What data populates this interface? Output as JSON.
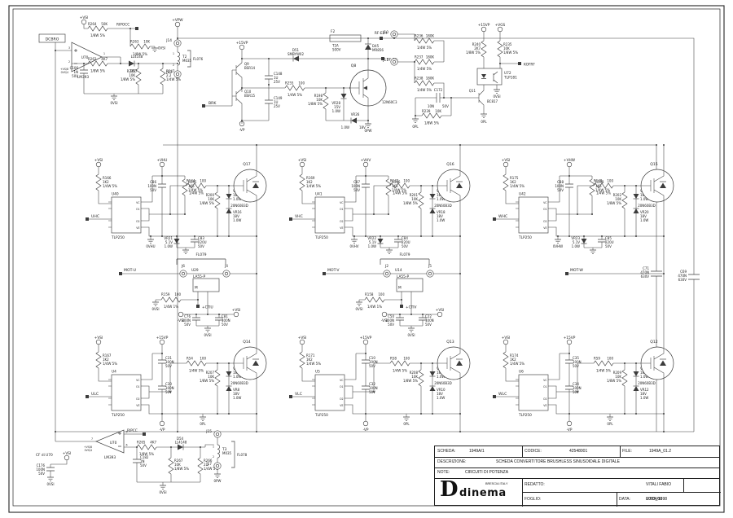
{
  "ink": "#3c3c3c",
  "background": "#ffffff",
  "nets": {
    "dcbro": "DCBRO",
    "ripocc": "RIPOCC",
    "ripcc": "RIPCC",
    "brk": "BRK",
    "vpw": "+VPW",
    "vsi": "+VSI",
    "ovsi": "0VSI",
    "v15": "+15VP",
    "vn": "-VP",
    "vgs": "+VGS",
    "kofrf": "KOFRF",
    "rfexp": "RF-EX+",
    "rfexm": "RF-EX-",
    "opw": "0PW",
    "opl": "0PL",
    "motu": "MOT-U",
    "motv": "MOT-V",
    "motw": "MOT-W"
  },
  "opto_pins": [
    "VC",
    "O1",
    "O2",
    "VE"
  ],
  "top_left": {
    "opamp_ref": "U70",
    "opamp_part": "LM393",
    "pin_plus": "3",
    "pin_minus": "2",
    "pin_out": "1",
    "note1": "+VS/8",
    "note2": "0VS/4",
    "r264": {
      "ref": "R264",
      "value": "50K",
      "spec": "1/8W 5%"
    },
    "r263": {
      "ref": "R263",
      "value": "10K",
      "spec": "1/8W 5%"
    },
    "r262": {
      "ref": "R262",
      "value": "4K7",
      "spec": "1/8W 5%"
    },
    "d53_ref": "D53",
    "d53_part": "LL4148",
    "c106": {
      "ref": "C106",
      "value": "1N",
      "spec": "50V"
    },
    "r246": {
      "ref": "R246",
      "value": "10K",
      "spec": "1/8W 5%"
    },
    "r247": {
      "ref": "R247",
      "value": "2.2",
      "spec": "1/4W 5%"
    },
    "j14": "J14",
    "j13": "J13",
    "t_ref": "T2",
    "t_part": "M035",
    "t_pin1": "1",
    "t_pin2": "2",
    "fl": "FL076"
  },
  "brake": {
    "q9_ref": "Q9",
    "q9_part": "BSR14",
    "q10_ref": "Q10",
    "q10_part": "BSR15",
    "c148": {
      "ref": "C148",
      "value": "1U",
      "spec": "25V"
    },
    "c149": {
      "ref": "C149",
      "value": "1U",
      "spec": "25V"
    },
    "d51_ref": "D51",
    "d51_part": "SMBYW02",
    "r255": {
      "ref": "R255",
      "value": "100",
      "spec": "1/4W 5%"
    },
    "r198": {
      "ref": "R198",
      "value": "10K",
      "spec": "1/8W 5%"
    },
    "vr28": {
      "ref": "VR28",
      "value": "15V",
      "spec": "1.0W"
    },
    "vr26": {
      "ref": "VR26",
      "value": "18V",
      "spec": "1.0W"
    },
    "q8_ref": "Q8",
    "q8_part": "12N60C3",
    "f2_ref": "F2",
    "f2_value": "T2A",
    "f2_spec": "500V",
    "d45_ref": "D45",
    "d45_part": "MR856"
  },
  "sense": {
    "j10": "J10",
    "j11": "J11",
    "r236": {
      "ref": "R236",
      "value": "180K",
      "spec": "1/4W 5%"
    },
    "r237": {
      "ref": "R237",
      "value": "180K",
      "spec": "1/4W 5%"
    },
    "r238": {
      "ref": "R238",
      "value": "180K",
      "spec": "1/4W 5%"
    },
    "c172": {
      "ref": "C172",
      "value": "10N",
      "spec": "50V"
    },
    "r239": {
      "ref": "R239",
      "value": "10K",
      "spec": "1/8W 5%"
    },
    "q11_ref": "Q11",
    "q11_part": "BC817",
    "u72_ref": "U72",
    "u72_part": "TLP181",
    "r240": {
      "ref": "R240",
      "value": "2K7",
      "spec": "1/8W 5%"
    },
    "r235": {
      "ref": "R235",
      "value": "10K",
      "spec": "1/8W 5%"
    }
  },
  "high_side": [
    {
      "q_ref": "Q17",
      "q_part": "20N60B3D",
      "opto_ref": "U40",
      "opto_part": "TLP250",
      "input": "UHC",
      "vsi": "+VSI",
      "rail": "+VHU",
      "gnd": "0VHU",
      "rin": {
        "ref": "R166",
        "value": "1K2",
        "spec": "1/4W 5%"
      },
      "cap": {
        "ref": "C86",
        "value": "100N",
        "spec": "50V"
      },
      "rload": {
        "ref": "R145",
        "value": "1K5",
        "spec": "1/4W 5%"
      },
      "rgate": {
        "ref": "R144",
        "value": "100",
        "spec": "1/4W 5%"
      },
      "rpull": {
        "ref": "R200",
        "value": "10K",
        "spec": "1/8W 5%"
      },
      "zg1": {
        "ref": "VR15",
        "value": "18V",
        "spec": "1.0W"
      },
      "zg2": {
        "ref": "VR16",
        "value": "18V",
        "spec": "1.0W"
      },
      "zb": {
        "ref": "VR21",
        "value": "5.1V",
        "spec": "1.0W"
      },
      "elcap": {
        "ref": "C83",
        "value": "220U",
        "spec": "50V"
      }
    },
    {
      "q_ref": "Q16",
      "q_part": "20N60B3D",
      "opto_ref": "U41",
      "opto_part": "TLP250",
      "input": "VHC",
      "vsi": "+VSI",
      "rail": "+VHV",
      "gnd": "0VHV",
      "rin": {
        "ref": "R169",
        "value": "1K2",
        "spec": "1/4W 5%"
      },
      "cap": {
        "ref": "C87",
        "value": "100N",
        "spec": "50V"
      },
      "rload": {
        "ref": "R146",
        "value": "1K5",
        "spec": "1/4W 5%"
      },
      "rgate": {
        "ref": "R142",
        "value": "100",
        "spec": "1/4W 5%"
      },
      "rpull": {
        "ref": "R201",
        "value": "10K",
        "spec": "1/8W 5%"
      },
      "zg1": {
        "ref": "VR17",
        "value": "18V",
        "spec": "1.0W"
      },
      "zg2": {
        "ref": "VR18",
        "value": "18V",
        "spec": "1.0W"
      },
      "zb": {
        "ref": "VR22",
        "value": "5.1V",
        "spec": "1.0W"
      },
      "elcap": {
        "ref": "C84",
        "value": "220U",
        "spec": "50V"
      }
    },
    {
      "q_ref": "Q15",
      "q_part": "20N60B3D",
      "opto_ref": "U42",
      "opto_part": "TLP250",
      "input": "WHC",
      "vsi": "+VSI",
      "rail": "+VHW",
      "gnd": "0VHW",
      "rin": {
        "ref": "R175",
        "value": "1K2",
        "spec": "1/4W 5%"
      },
      "cap": {
        "ref": "C88",
        "value": "100N",
        "spec": "50V"
      },
      "rload": {
        "ref": "R148",
        "value": "1K5",
        "spec": "1/4W 5%"
      },
      "rgate": {
        "ref": "R149",
        "value": "100",
        "spec": "1/4W 5%"
      },
      "rpull": {
        "ref": "R202",
        "value": "10K",
        "spec": "1/8W 5%"
      },
      "zg1": {
        "ref": "VR19",
        "value": "18V",
        "spec": "1.0W"
      },
      "zg2": {
        "ref": "VR20",
        "value": "18V",
        "spec": "1.0W"
      },
      "zb": {
        "ref": "VR23",
        "value": "5.1V",
        "spec": "1.0W"
      },
      "elcap": {
        "ref": "C85",
        "value": "220U",
        "spec": "50V"
      }
    }
  ],
  "low_side": [
    {
      "q_ref": "Q14",
      "q_part": "20N60B3D",
      "opto_ref": "U4",
      "opto_part": "TLP250",
      "input": "ULC",
      "vsi": "+VSI",
      "rail": "+15VP",
      "vn": "-VP",
      "gnd": "0PL",
      "rin": {
        "ref": "R167",
        "value": "1K2",
        "spec": "1/4W 5%"
      },
      "cap1": {
        "ref": "C31",
        "value": "100N",
        "spec": "50V"
      },
      "cap2": {
        "ref": "C30",
        "value": "100N",
        "spec": "50V"
      },
      "rgate": {
        "ref": "R54",
        "value": "100",
        "spec": "1/4W 5%"
      },
      "rpull": {
        "ref": "R207",
        "value": "10K",
        "spec": "1/8W 5%"
      },
      "zg1": {
        "ref": "VR7",
        "value": "18V",
        "spec": "1.0W"
      },
      "zg2": {
        "ref": "VR8",
        "value": "18V",
        "spec": "1.0W"
      }
    },
    {
      "q_ref": "Q13",
      "q_part": "20N60B3D",
      "opto_ref": "U5",
      "opto_part": "TLP250",
      "input": "VLC",
      "vsi": "+VSI",
      "rail": "+15VP",
      "vn": "-VP",
      "gnd": "0PL",
      "rin": {
        "ref": "R171",
        "value": "1K2",
        "spec": "1/4W 5%"
      },
      "cap1": {
        "ref": "C10",
        "value": "100N",
        "spec": "50V"
      },
      "cap2": {
        "ref": "C32",
        "value": "100N",
        "spec": "50V"
      },
      "rgate": {
        "ref": "R58",
        "value": "100",
        "spec": "1/4W 5%"
      },
      "rpull": {
        "ref": "R208",
        "value": "10K",
        "spec": "1/8W 5%"
      },
      "zg1": {
        "ref": "VR9",
        "value": "18V",
        "spec": "1.0W"
      },
      "zg2": {
        "ref": "VR10",
        "value": "18V",
        "spec": "1.0W"
      }
    },
    {
      "q_ref": "Q12",
      "q_part": "20N60B3D",
      "opto_ref": "U6",
      "opto_part": "TLP250",
      "input": "WLC",
      "vsi": "+VSI",
      "rail": "+15VP",
      "vn": "-VP",
      "gnd": "0PL",
      "rin": {
        "ref": "R174",
        "value": "1K2",
        "spec": "1/4W 5%"
      },
      "cap1": {
        "ref": "C35",
        "value": "100N",
        "spec": "50V"
      },
      "cap2": {
        "ref": "C34",
        "value": "100N",
        "spec": "50V"
      },
      "rgate": {
        "ref": "R59",
        "value": "100",
        "spec": "1/4W 5%"
      },
      "rpull": {
        "ref": "R209",
        "value": "10K",
        "spec": "1/8W 5%"
      },
      "zg1": {
        "ref": "VR11",
        "value": "18V",
        "spec": "1.0W"
      },
      "zg2": {
        "ref": "VR12",
        "value": "18V",
        "spec": "1.0W"
      }
    }
  ],
  "sensors": [
    {
      "u_ref": "U29",
      "u_part": "LA55-P",
      "fl": "FL079",
      "j_left": "J6",
      "j_right": "J4",
      "m": "M",
      "out": "+CTIU",
      "res": {
        "ref": "R159",
        "value": "100",
        "spec": "1/4W 1%"
      },
      "cap1": {
        "ref": "C76",
        "value": "100N",
        "spec": "50V"
      },
      "cap2": {
        "ref": "C81",
        "value": "100N",
        "spec": "50V"
      },
      "plus": "+VSI",
      "minus": "-VSI",
      "gnd": "0VSI"
    },
    {
      "u_ref": "U14",
      "u_part": "LA55-P",
      "fl": "FL079",
      "j_left": "J2",
      "j_right": "J5",
      "m": "M",
      "out": "+CTIV",
      "res": {
        "ref": "R158",
        "value": "100",
        "spec": "1/4W 1%"
      },
      "cap1": {
        "ref": "C50",
        "value": "100N",
        "spec": "50V"
      },
      "cap2": {
        "ref": "C22",
        "value": "100N",
        "spec": "50V"
      },
      "plus": "+VSI",
      "minus": "-VSI",
      "gnd": "0VSI"
    }
  ],
  "bus_caps": {
    "c71": {
      "ref": "C71",
      "value": "470N",
      "spec": "630V"
    },
    "c69": {
      "ref": "C69",
      "value": "470N",
      "spec": "630V"
    }
  },
  "bottom_left": {
    "opamp_ref": "U70",
    "opamp_part": "LM393",
    "pin_plus": "5",
    "pin_minus": "6",
    "pin_out": "7",
    "note1": "+VS/8",
    "note2": "0VS/4",
    "r265": {
      "ref": "R265",
      "value": "4K7",
      "spec": "1/8W 5%"
    },
    "d54_ref": "D54",
    "d54_part": "LL4148",
    "c182": {
      "ref": "C182",
      "value": "1N",
      "spec": "50V"
    },
    "r267": {
      "ref": "R267",
      "value": "10K",
      "spec": "1/8W 5%"
    },
    "r266": {
      "ref": "R266",
      "value": "2.2",
      "spec": "1/4W 5%"
    },
    "j15": "J15",
    "j17": "J17",
    "t_ref": "T3",
    "t_part": "M035",
    "t_pin1": "1",
    "t_pin2": "2",
    "fl": "FL078",
    "cf_note": "CF di U70",
    "c176": {
      "ref": "C176",
      "value": "100N",
      "spec": "50V"
    }
  },
  "title_block": {
    "scheda_label": "SCHEDA:",
    "scheda": "1949A/1",
    "codice_label": "CODICE:",
    "codice": "42548001",
    "file_label": "FILE:",
    "file": "1949A_01.2",
    "descrizione_label": "DESCRIZIONE:",
    "descrizione": "SCHEDA CONVERTITORE BRUSHLESS SINUSOIDALE DIGITALE",
    "note_label": "NOTE:",
    "note": "CIRCUITI DI POTENZA",
    "redatto_label": "REDATTO:",
    "redatto": "VITALI FABIO",
    "foglio_label": "FOGLIO:",
    "foglio": "E002_00",
    "data_label": "DATA:",
    "data": "27/04/1998",
    "logo_d": "D",
    "logo_text": "dinema",
    "logo_sub": "BRESCIA ITALY"
  }
}
